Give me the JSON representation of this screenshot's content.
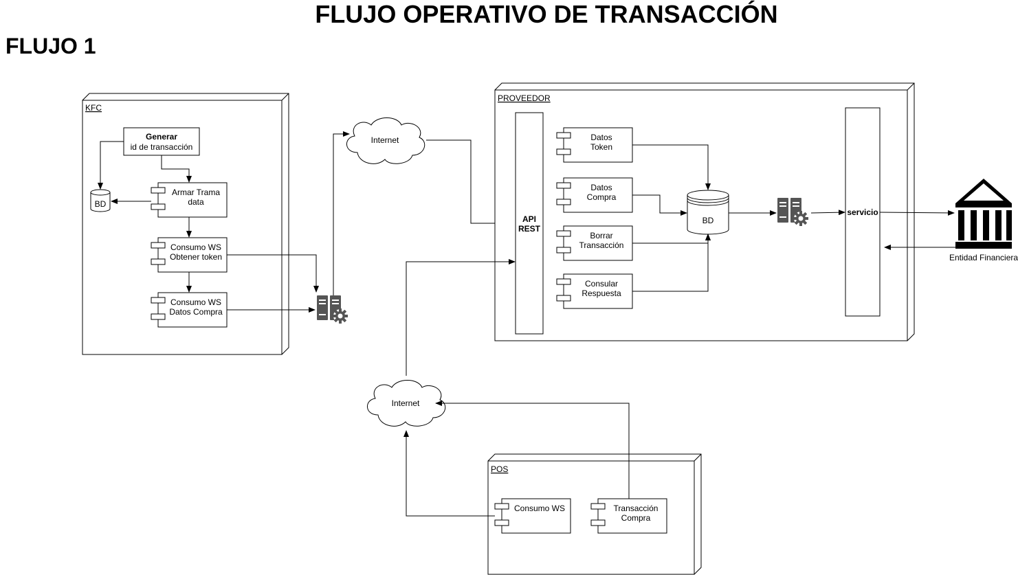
{
  "title": "FLUJO OPERATIVO DE TRANSACCIÓN",
  "subtitle": "FLUJO 1",
  "kfc": {
    "label": "KFC",
    "generar_line1": "Generar",
    "generar_line2": "id de transacción",
    "bd": "BD",
    "armar_line1": "Armar Trama",
    "armar_line2": "data",
    "token_line1": "Consumo WS",
    "token_line2": "Obtener token",
    "compra_line1": "Consumo WS",
    "compra_line2": "Datos Compra"
  },
  "internet_top": "Internet",
  "internet_bottom": "Internet",
  "proveedor": {
    "label": "PROVEEDOR",
    "api_line1": "API",
    "api_line2": "REST",
    "datos_token_line1": "Datos",
    "datos_token_line2": "Token",
    "datos_compra_line1": "Datos",
    "datos_compra_line2": "Compra",
    "borrar_line1": "Borrar",
    "borrar_line2": "Transacción",
    "consultar_line1": "Consular",
    "consultar_line2": "Respuesta",
    "bd": "BD",
    "servicio": "servicio"
  },
  "entidad": "Entidad Financiera",
  "pos": {
    "label": "POS",
    "consumo_ws": "Consumo WS",
    "transaccion_line1": "Transacción",
    "transaccion_line2": "Compra"
  },
  "icons": {
    "server": "server-gear-icon",
    "bank": "bank-icon",
    "cloud": "cloud-icon",
    "database": "database-icon"
  }
}
